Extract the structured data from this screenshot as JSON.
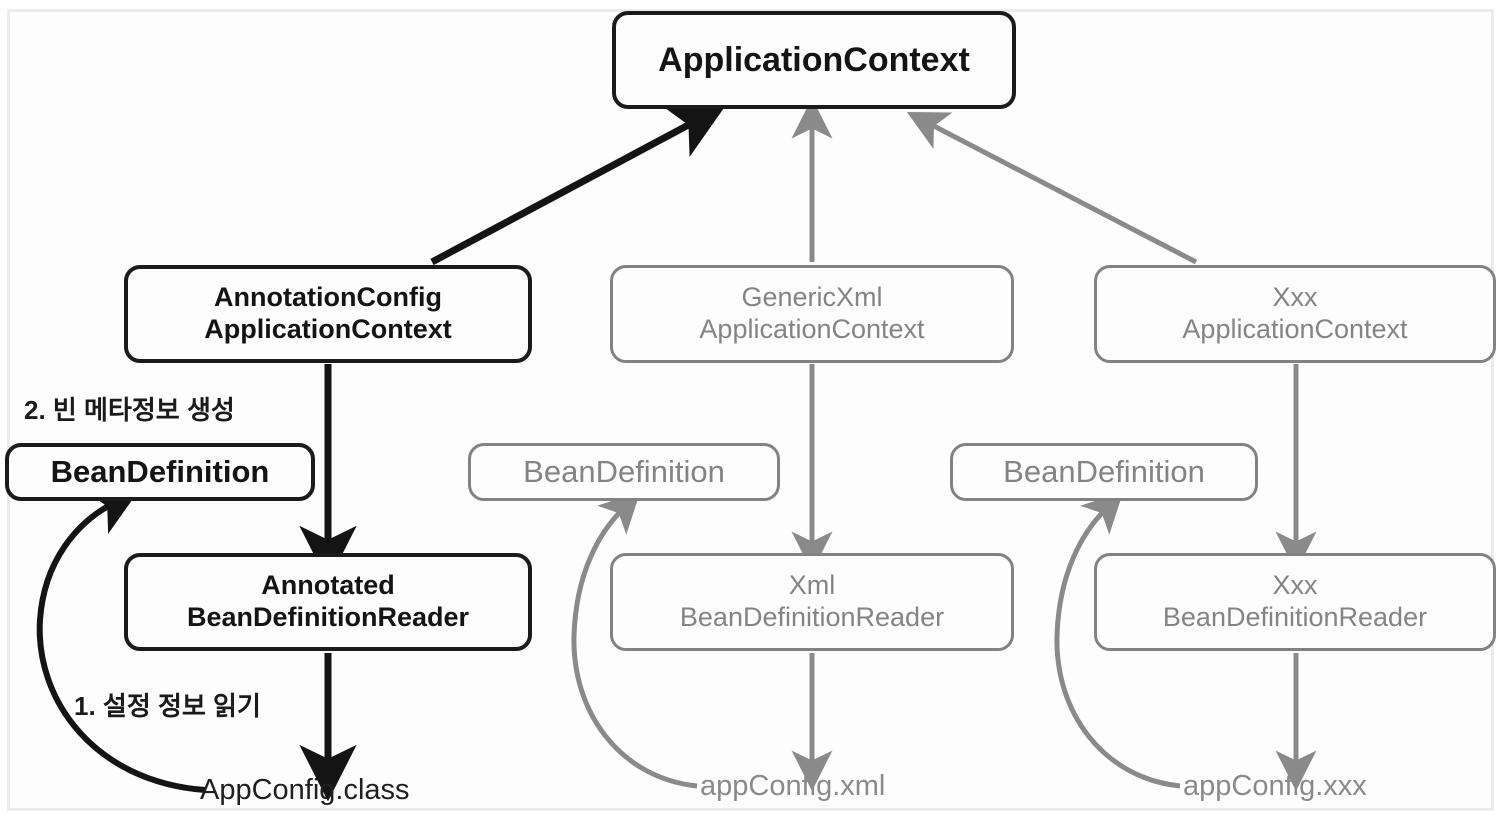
{
  "diagram": {
    "title": "Spring ApplicationContext BeanDefinition creation flow",
    "colors": {
      "dark": "#1b1b1b",
      "grey": "#848484",
      "frame": "#ececec",
      "background": "#fdfdfd"
    },
    "root": {
      "label": "ApplicationContext",
      "emphasis": "dark"
    },
    "columns": [
      {
        "key": "annotation",
        "emphasis": "dark",
        "context": {
          "line1": "AnnotationConfig",
          "line2": "ApplicationContext"
        },
        "bean_definition": "BeanDefinition",
        "reader": {
          "line1": "Annotated",
          "line2": "BeanDefinitionReader"
        },
        "config_file": "AppConfig.class",
        "step_label_read": "1. 설정 정보 읽기",
        "step_label_create": "2. 빈 메타정보 생성"
      },
      {
        "key": "generic-xml",
        "emphasis": "grey",
        "context": {
          "line1": "GenericXml",
          "line2": "ApplicationContext"
        },
        "bean_definition": "BeanDefinition",
        "reader": {
          "line1": "Xml",
          "line2": "BeanDefinitionReader"
        },
        "config_file": "appConfig.xml"
      },
      {
        "key": "xxx",
        "emphasis": "grey",
        "context": {
          "line1": "Xxx",
          "line2": "ApplicationContext"
        },
        "bean_definition": "BeanDefinition",
        "reader": {
          "line1": "Xxx",
          "line2": "BeanDefinitionReader"
        },
        "config_file": "appConfig.xxx"
      }
    ]
  }
}
